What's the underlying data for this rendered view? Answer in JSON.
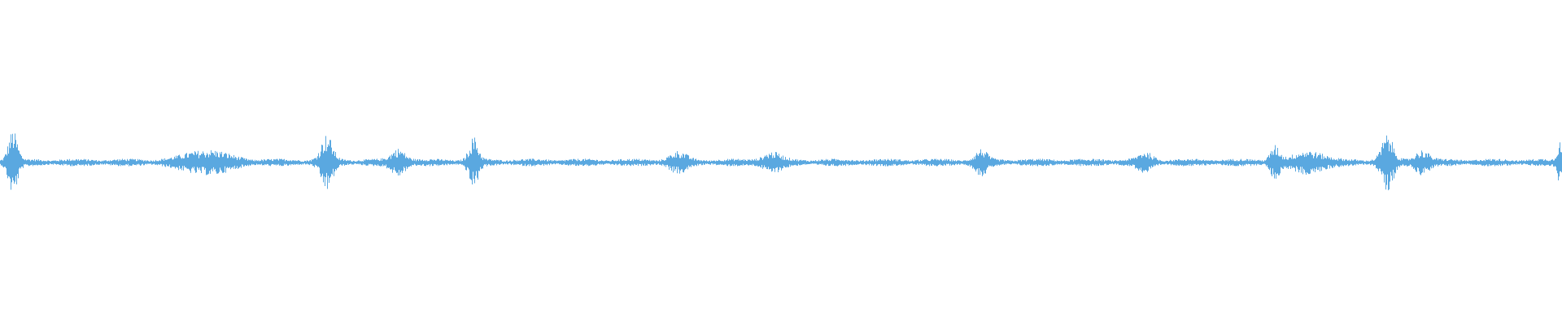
{
  "waveform": {
    "color": "#5aa8e0",
    "background": "#ffffff",
    "baseline_amplitude": 0.045,
    "bursts": [
      {
        "at": 0.008,
        "amp": 0.45,
        "spread": 0.004
      },
      {
        "at": 0.132,
        "amp": 0.16,
        "spread": 0.018
      },
      {
        "at": 0.209,
        "amp": 0.38,
        "spread": 0.005
      },
      {
        "at": 0.255,
        "amp": 0.18,
        "spread": 0.006
      },
      {
        "at": 0.303,
        "amp": 0.35,
        "spread": 0.004
      },
      {
        "at": 0.434,
        "amp": 0.13,
        "spread": 0.007
      },
      {
        "at": 0.494,
        "amp": 0.12,
        "spread": 0.008
      },
      {
        "at": 0.628,
        "amp": 0.16,
        "spread": 0.005
      },
      {
        "at": 0.733,
        "amp": 0.12,
        "spread": 0.006
      },
      {
        "at": 0.816,
        "amp": 0.22,
        "spread": 0.004
      },
      {
        "at": 0.838,
        "amp": 0.15,
        "spread": 0.012
      },
      {
        "at": 0.888,
        "amp": 0.38,
        "spread": 0.005
      },
      {
        "at": 0.91,
        "amp": 0.16,
        "spread": 0.006
      },
      {
        "at": 0.998,
        "amp": 0.3,
        "spread": 0.002
      }
    ]
  }
}
